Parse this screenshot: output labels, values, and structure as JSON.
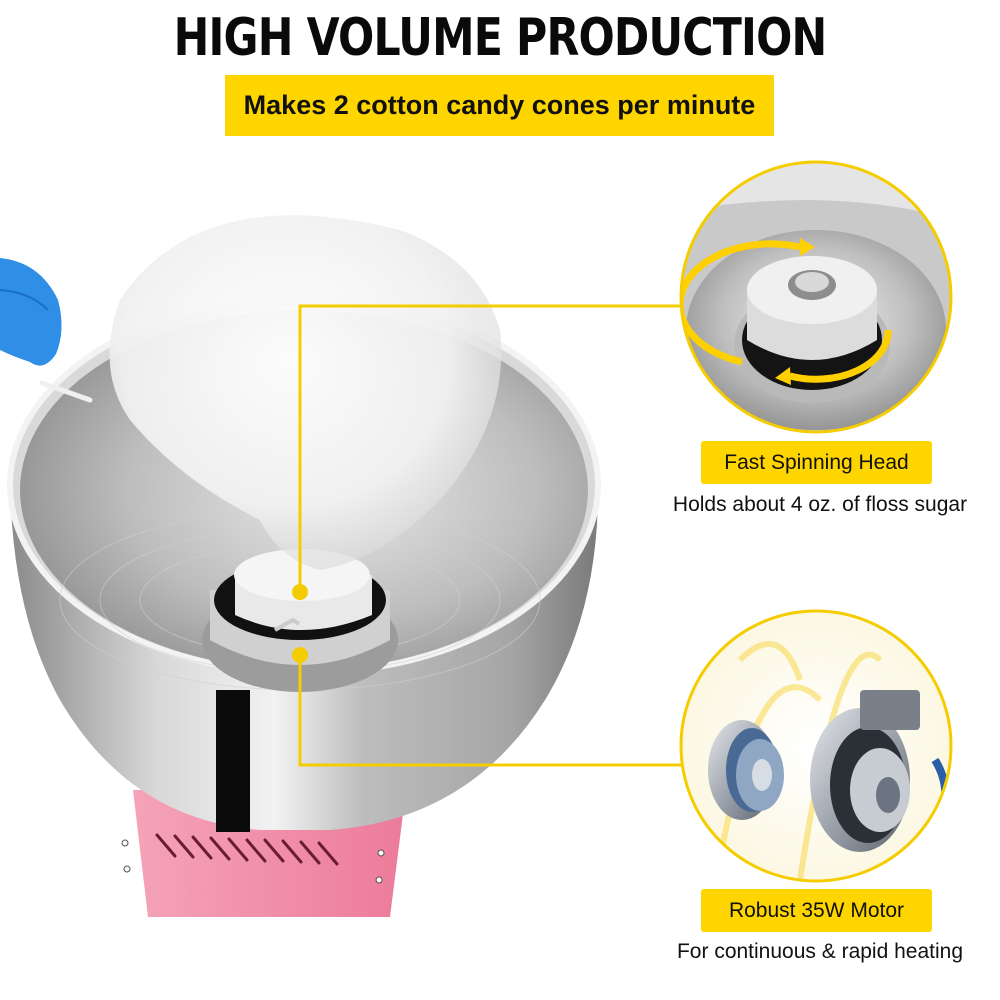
{
  "header": {
    "title": "HIGH VOLUME PRODUCTION",
    "subtitle": "Makes 2 cotton candy cones per minute"
  },
  "features": [
    {
      "icon": "spinning-head-closeup",
      "label": "Fast Spinning Head",
      "description": "Holds about 4 oz. of floss sugar"
    },
    {
      "icon": "motor-exploded-view",
      "label": "Robust 35W Motor",
      "description": "For continuous & rapid heating"
    }
  ],
  "colors": {
    "accent_yellow": "#ffd500",
    "base_pink": "#ef8aa6",
    "steel": "#b9b9b9",
    "text": "#111111",
    "glove_blue": "#2f8fe6"
  }
}
